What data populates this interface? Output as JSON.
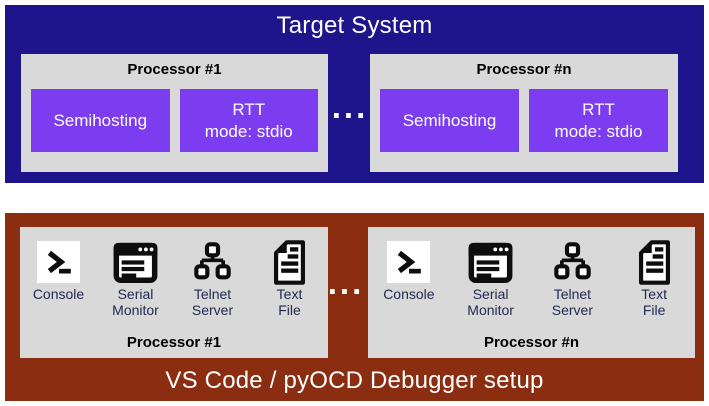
{
  "colors": {
    "navy": "#1E148C",
    "violet": "#7C3CF0",
    "brown": "#8A2D10",
    "panel_gray": "#D9D9D9",
    "label_text": "#232952",
    "title_text": "#FFFFFF",
    "icon_black": "#0D0D0D"
  },
  "target_system": {
    "title": "Target System",
    "ellipsis": "...",
    "processors": [
      {
        "name": "Processor #1",
        "blocks": [
          {
            "label": "Semihosting"
          },
          {
            "label": "RTT\nmode: stdio"
          }
        ]
      },
      {
        "name": "Processor #n",
        "blocks": [
          {
            "label": "Semihosting"
          },
          {
            "label": "RTT\nmode: stdio"
          }
        ]
      }
    ]
  },
  "debugger_setup": {
    "title": "VS Code / pyOCD Debugger setup",
    "ellipsis": "...",
    "processors": [
      {
        "name": "Processor #1",
        "tools": [
          {
            "icon": "console-icon",
            "label": "Console"
          },
          {
            "icon": "serial-monitor-icon",
            "label": "Serial\nMonitor"
          },
          {
            "icon": "telnet-server-icon",
            "label": "Telnet\nServer"
          },
          {
            "icon": "text-file-icon",
            "label": "Text\nFile"
          }
        ]
      },
      {
        "name": "Processor #n",
        "tools": [
          {
            "icon": "console-icon",
            "label": "Console"
          },
          {
            "icon": "serial-monitor-icon",
            "label": "Serial\nMonitor"
          },
          {
            "icon": "telnet-server-icon",
            "label": "Telnet\nServer"
          },
          {
            "icon": "text-file-icon",
            "label": "Text\nFile"
          }
        ]
      }
    ]
  }
}
